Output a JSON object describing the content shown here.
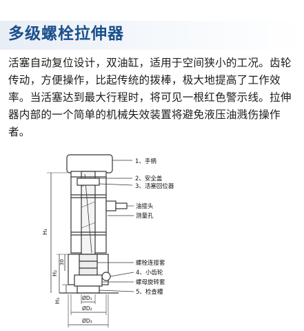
{
  "title": "多级螺栓拉伸器",
  "description": "活塞自动复位设计，双油缸，适用于空间狭小的工况。齿轮传动，方便操作，比起传统的拨棒，极大地提高了工作效率。当活塞达到最大行程时，将可见一根红色警示线。拉伸器内部的一个简单的机械失效装置将避免液压油溅伤操作者。",
  "diagram": {
    "labels": {
      "handle": "1、手柄",
      "safety_cover": "2、安全盖",
      "piston_reset": "3、活塞回位器",
      "oil_joint": "油接头",
      "measure_hole": "测量孔",
      "bolt_sleeve": "螺栓连接套",
      "small_gear": "4、小齿轮",
      "nut_sleeve": "螺母旋转套",
      "groove": "5、检查槽"
    },
    "dimensions": {
      "h1": "H₁",
      "h2": "H₂",
      "h3": "H₃",
      "d30": "30",
      "d1": "ØD₁",
      "d2": "ØD₂",
      "d3": "ØD₃"
    }
  }
}
